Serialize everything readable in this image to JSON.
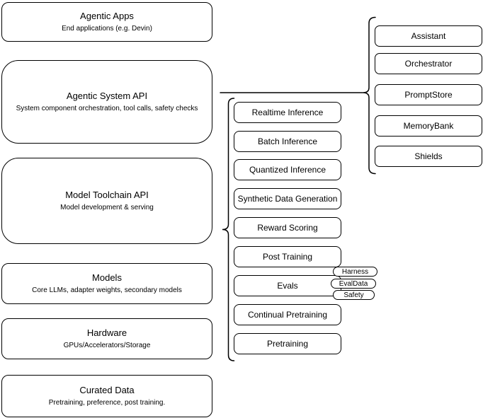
{
  "left_column": {
    "boxes": [
      {
        "title": "Agentic Apps",
        "subtitle": "End applications (e.g. Devin)"
      },
      {
        "title": "Agentic System API",
        "subtitle": "System component orchestration, tool calls, safety checks"
      },
      {
        "title": "Model Toolchain API",
        "subtitle": "Model development & serving"
      },
      {
        "title": "Models",
        "subtitle": "Core LLMs, adapter weights, secondary models"
      },
      {
        "title": "Hardware",
        "subtitle": "GPUs/Accelerators/Storage"
      },
      {
        "title": "Curated Data",
        "subtitle": "Pretraining, preference, post training."
      }
    ]
  },
  "toolchain_group": {
    "items": [
      "Realtime Inference",
      "Batch Inference",
      "Quantized Inference",
      "Synthetic Data Generation",
      "Reward Scoring",
      "Post Training",
      "Evals",
      "Continual Pretraining",
      "Pretraining"
    ],
    "evals_tags": [
      "Harness",
      "EvalData",
      "Safety"
    ]
  },
  "system_group": {
    "items": [
      "Assistant",
      "Orchestrator",
      "PromptStore",
      "MemoryBank",
      "Shields"
    ]
  },
  "colors": {
    "border": "#000000",
    "fill": "#ffffff",
    "background": "#ffffff",
    "text": "#000000"
  }
}
